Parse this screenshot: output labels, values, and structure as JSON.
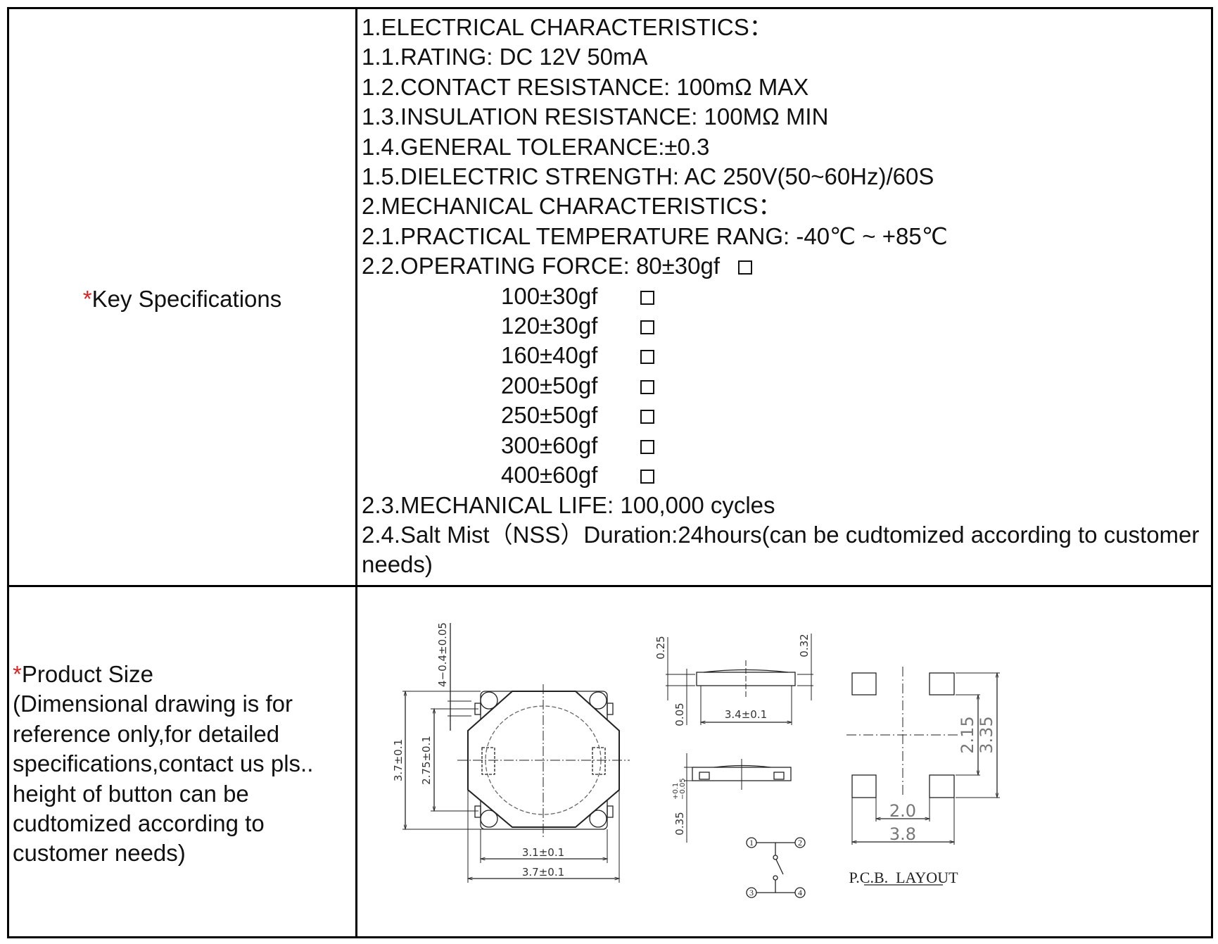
{
  "key_specs": {
    "label_star": "*",
    "label": "Key Specifications",
    "lines_before": [
      "1.ELECTRICAL CHARACTERISTICS：",
      "1.1.RATING: DC 12V 50mA",
      "1.2.CONTACT RESISTANCE: 100mΩ MAX",
      "1.3.INSULATION RESISTANCE: 100MΩ MIN",
      "1.4.GENERAL TOLERANCE:±0.3",
      "1.5.DIELECTRIC STRENGTH: AC 250V(50~60Hz)/60S",
      "2.MECHANICAL CHARACTERISTICS：",
      "2.1.PRACTICAL TEMPERATURE RANG: -40℃ ~ +85℃"
    ],
    "operating_force_label": "2.2.OPERATING FORCE: 80±30gf",
    "operating_force_options": [
      "100±30gf",
      "120±30gf",
      "160±40gf",
      "200±50gf",
      "250±50gf",
      "300±60gf",
      "400±60gf"
    ],
    "lines_after": [
      "2.3.MECHANICAL LIFE: 100,000 cycles",
      "2.4.Salt Mist（NSS）Duration:24hours(can be cudtomized according to customer needs)"
    ]
  },
  "product_size": {
    "label_star": "*",
    "label": "Product Size",
    "note": "(Dimensional drawing is for reference only,for detailed specifications,contact us pls.. height of button can be cudtomized according to customer needs)"
  },
  "drawing": {
    "top_view": {
      "pin_dim": "4−0.4±0.05",
      "height": "3.7±0.1",
      "pitch": "2.75±0.1",
      "inner_width": "3.1±0.1",
      "width": "3.7±0.1"
    },
    "side_view": {
      "top": "0.25",
      "gap": "0.05",
      "right": "0.32",
      "length": "3.4±0.1",
      "thickness": "0.35",
      "thickness_tol_plus": "+0.1",
      "thickness_tol_minus": "−0.05"
    },
    "schematic": {
      "pins": [
        "1",
        "2",
        "3",
        "4"
      ]
    },
    "pcb": {
      "dim_inner_h": "2.15",
      "dim_outer_h": "3.35",
      "dim_inner_w": "2.0",
      "dim_outer_w": "3.8",
      "title": "P.C.B.  LAYOUT"
    }
  }
}
